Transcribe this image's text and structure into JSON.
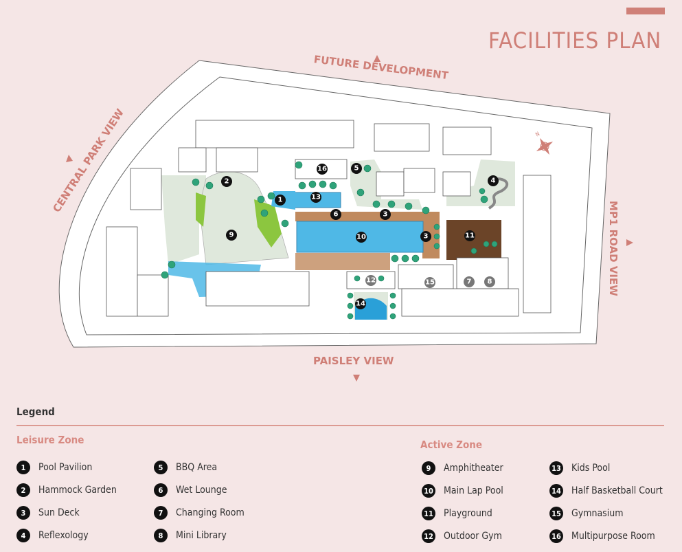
{
  "header": {
    "title": "FACILITIES PLAN"
  },
  "directions": {
    "north": "FUTURE DEVELOPMENT",
    "south": "PAISLEY VIEW",
    "west": "CENTRAL PARK VIEW",
    "east": "MP1 ROAD VIEW"
  },
  "compass_label": "N",
  "colors": {
    "accent": "#cf7f77",
    "pool": "#4fb8e6",
    "deck": "#c08a5e",
    "playground": "#6b4428",
    "landscape": "#dfe8dc",
    "tree": "#2fa37a"
  },
  "legend": {
    "title": "Legend",
    "leisure_title": "Leisure Zone",
    "active_title": "Active Zone",
    "leisure": [
      {
        "n": "1",
        "label": "Pool Pavilion"
      },
      {
        "n": "2",
        "label": "Hammock Garden"
      },
      {
        "n": "3",
        "label": "Sun Deck"
      },
      {
        "n": "4",
        "label": "Reflexology"
      },
      {
        "n": "5",
        "label": "BBQ Area"
      },
      {
        "n": "6",
        "label": "Wet Lounge"
      },
      {
        "n": "7",
        "label": "Changing Room"
      },
      {
        "n": "8",
        "label": "Mini Library"
      }
    ],
    "active": [
      {
        "n": "9",
        "label": "Amphitheater"
      },
      {
        "n": "10",
        "label": "Main Lap Pool"
      },
      {
        "n": "11",
        "label": "Playground"
      },
      {
        "n": "12",
        "label": "Outdoor Gym"
      },
      {
        "n": "13",
        "label": "Kids Pool"
      },
      {
        "n": "14",
        "label": "Half Basketball Court"
      },
      {
        "n": "15",
        "label": "Gymnasium"
      },
      {
        "n": "16",
        "label": "Multipurpose Room"
      }
    ]
  }
}
